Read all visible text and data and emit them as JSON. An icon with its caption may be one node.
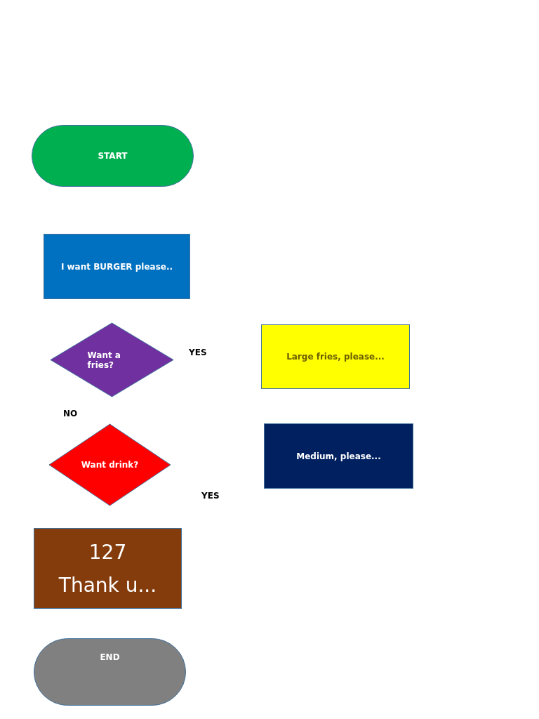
{
  "diagram": {
    "nodes": [
      {
        "text": [
          "START"
        ]
      },
      {
        "text": [
          "I want BURGER please.."
        ]
      },
      {
        "text": [
          "Want a fries?"
        ]
      },
      {
        "text": [
          "Large fries, please..."
        ]
      },
      {
        "text": [
          "Want drink?"
        ]
      },
      {
        "text": [
          "Medium, please..."
        ]
      },
      {
        "text": [
          "127",
          "Thank u..."
        ]
      },
      {
        "text": [
          "END"
        ]
      }
    ],
    "labels": [
      "YES",
      "NO",
      "YES"
    ]
  }
}
